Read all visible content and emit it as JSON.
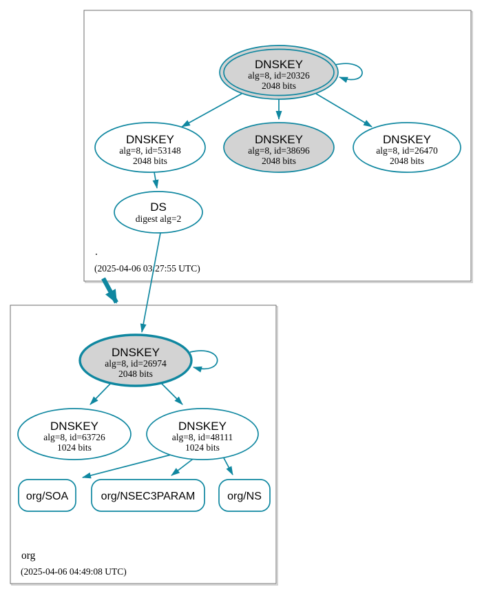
{
  "colors": {
    "accent": "#0f87a0",
    "ksk_fill": "#d3d3d3",
    "cluster_border": "#6b6b6b"
  },
  "zones": [
    {
      "name": ".",
      "timestamp": "(2025-04-06 03:27:55 UTC)",
      "nodes": {
        "ksk": {
          "type": "DNSKEY",
          "detail": "alg=8, id=20326",
          "size": "2048 bits"
        },
        "zsk_left": {
          "type": "DNSKEY",
          "detail": "alg=8, id=53148",
          "size": "2048 bits"
        },
        "zsk_mid": {
          "type": "DNSKEY",
          "detail": "alg=8, id=38696",
          "size": "2048 bits"
        },
        "zsk_right": {
          "type": "DNSKEY",
          "detail": "alg=8, id=26470",
          "size": "2048 bits"
        },
        "ds": {
          "type": "DS",
          "detail": "digest alg=2"
        }
      }
    },
    {
      "name": "org",
      "timestamp": "(2025-04-06 04:49:08 UTC)",
      "nodes": {
        "ksk": {
          "type": "DNSKEY",
          "detail": "alg=8, id=26974",
          "size": "2048 bits"
        },
        "zsk_left": {
          "type": "DNSKEY",
          "detail": "alg=8, id=63726",
          "size": "1024 bits"
        },
        "zsk_right": {
          "type": "DNSKEY",
          "detail": "alg=8, id=48111",
          "size": "1024 bits"
        },
        "rrsets": [
          {
            "label": "org/SOA"
          },
          {
            "label": "org/NSEC3PARAM"
          },
          {
            "label": "org/NS"
          }
        ]
      }
    }
  ]
}
